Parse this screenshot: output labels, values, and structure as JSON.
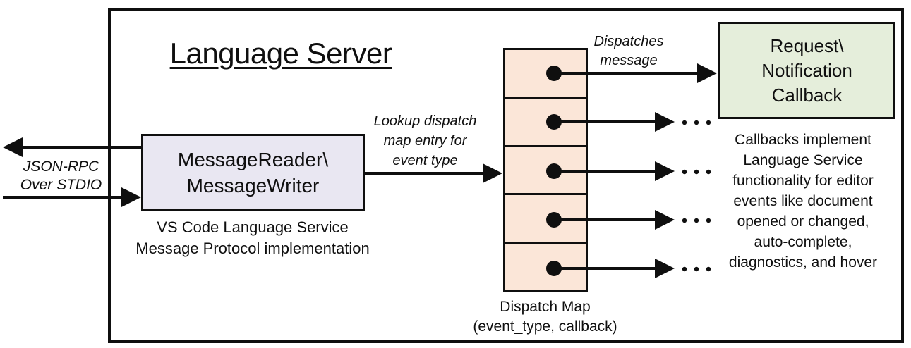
{
  "diagram": {
    "title": "Language Server"
  },
  "nodes": {
    "message_reader": {
      "label": "MessageReader\\\nMessageWriter",
      "caption": "VS Code Language Service\nMessage Protocol implementation",
      "fill": "#e9e7f2"
    },
    "dispatch_map": {
      "caption": "Dispatch Map\n(event_type, callback)",
      "fill": "#fbe6d8",
      "cell_count": 5
    },
    "callback": {
      "label": "Request\\\nNotification\nCallback",
      "caption": "Callbacks implement\nLanguage Service\nfunctionality for editor\nevents like document\nopened or changed,\nauto-complete,\ndiagnostics, and hover",
      "fill": "#e5eedb"
    }
  },
  "edges": {
    "json_rpc_label": "JSON-RPC\nOver STDIO",
    "lookup_label": "Lookup dispatch\nmap entry for\nevent type",
    "dispatches_label": "Dispatches\nmessage"
  },
  "colors": {
    "stroke": "#0f0f0f",
    "background": "#ffffff"
  }
}
